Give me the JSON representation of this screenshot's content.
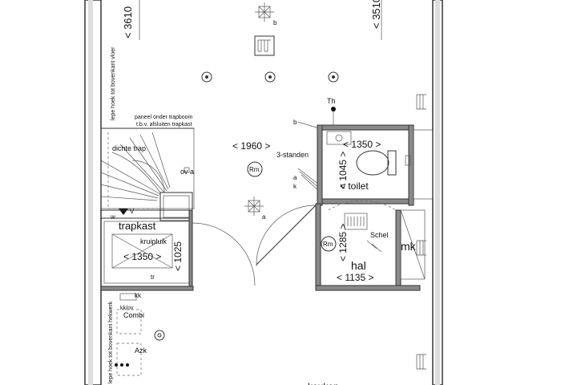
{
  "labels": {
    "dim_top_left": "< 3610",
    "dim_top_right": "< 3510",
    "stair_note": "lepe hoek tot bovenkant vloer",
    "stair_note_lower": "lepe hoek tot bovenkant hekwerk",
    "panel_note_1": "paneel onder trapboom",
    "panel_note_2": "t.b.v. afsluiten trapkast",
    "dichte_trap": "dichte trap",
    "ov_a": "ov a",
    "trapkast": "trapkast",
    "kruipluik": "kruipluik",
    "dim_kruip_w": "< 1350 >",
    "dim_kruip_h": "< 1025",
    "tr": "tr",
    "kk": "kk",
    "kk_ov": "kk/ov",
    "combi": "Combi",
    "azk": "Azk",
    "dim_1960": "< 1960 >",
    "rm_main": "Rm",
    "a_main": "a",
    "b_top": "b",
    "b_side": "b",
    "a_side": "a",
    "k_side": "k",
    "drie_standen": "3-standen",
    "th": "Th",
    "toilet_w": "< 1350 >",
    "toilet_h": "< 1045 >",
    "toilet": "< toilet",
    "rm_hal": "Rm",
    "schel": "Schel",
    "hal_h": "< 1285 >",
    "hal": "hal",
    "hal_w": "< 1135 >",
    "mk": "mk",
    "v": "V",
    "w": "w",
    "bottom_text": "keuken"
  },
  "colors": {
    "wall_fill": "#8a8a8a",
    "line": "#333333"
  },
  "icons": [
    "ceiling-light-icon",
    "smoke-detector-icon",
    "radiator-icon",
    "thermostat-icon",
    "toilet-icon",
    "sink-icon",
    "meter-cupboard-icon",
    "door-swing-icon",
    "stair-icon"
  ]
}
